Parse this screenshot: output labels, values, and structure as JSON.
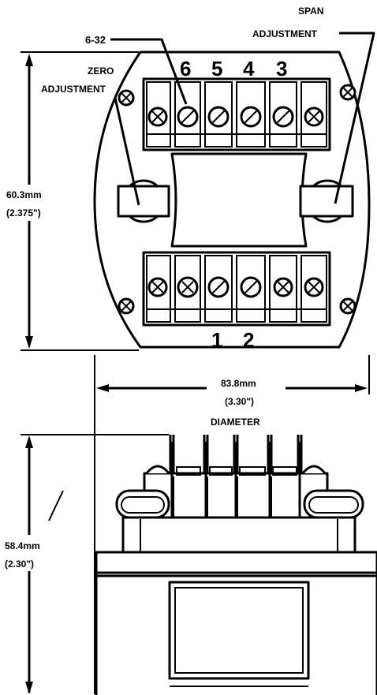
{
  "diagram": {
    "top_view": {
      "callout_screw": "6-32",
      "zero_adjustment_line1": "ZERO",
      "zero_adjustment_line2": "ADJUSTMENT",
      "span_adjustment_line1": "SPAN",
      "span_adjustment_line2": "ADJUSTMENT",
      "terminal_numbers_top": [
        "6",
        "5",
        "4",
        "3"
      ],
      "terminal_numbers_bottom": [
        "1",
        "2"
      ],
      "height_dimension_metric": "60.3mm",
      "height_dimension_imperial": "(2.375\")"
    },
    "diameter_dimension": {
      "metric": "83.8mm",
      "imperial": "(3.30\")",
      "label": "DIAMETER"
    },
    "side_view": {
      "height_dimension_metric": "58.4mm",
      "height_dimension_imperial": "(2.30\")"
    }
  }
}
